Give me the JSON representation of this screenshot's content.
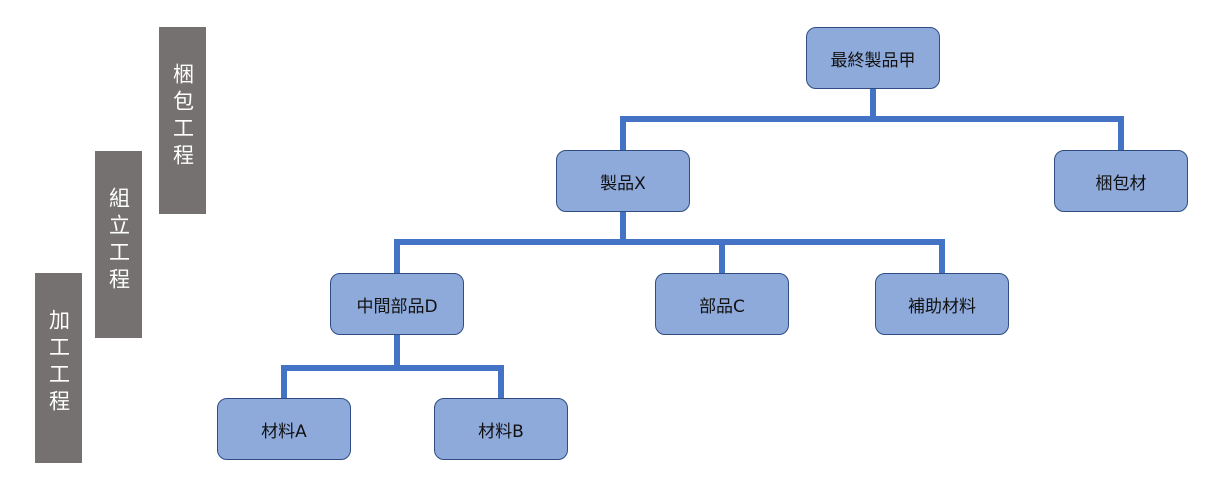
{
  "stages": {
    "packaging": "梱包工程",
    "assembly": "組立工程",
    "processing": "加工工程"
  },
  "nodes": {
    "final_product": "最終製品甲",
    "product_x": "製品X",
    "packing_material": "梱包材",
    "intermediate_d": "中間部品D",
    "part_c": "部品C",
    "auxiliary_material": "補助材料",
    "material_a": "材料A",
    "material_b": "材料B"
  },
  "colors": {
    "node_fill": "#8eaadb",
    "node_border": "#2f4d82",
    "connector": "#4472c4",
    "stage_fill": "#767171"
  }
}
